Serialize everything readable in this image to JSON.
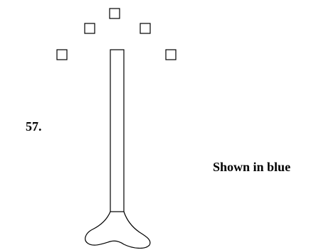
{
  "problem_number": "57.",
  "caption": "Shown in blue",
  "diagram": {
    "squares": [
      "square-1",
      "square-2",
      "square-3",
      "square-4",
      "square-5"
    ],
    "stroke_color": "#000000",
    "background_color": "#ffffff"
  }
}
